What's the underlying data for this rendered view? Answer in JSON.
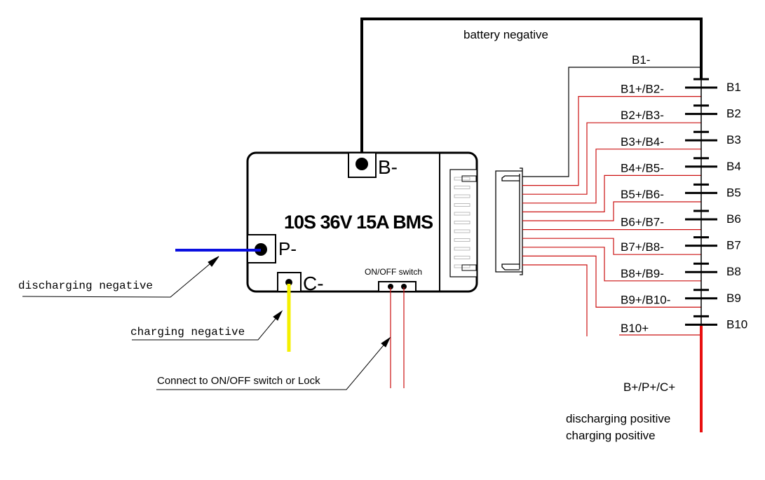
{
  "diagram": {
    "bms_title": "10S 36V 15A BMS",
    "terminals": {
      "b_minus": "B-",
      "p_minus": "P-",
      "c_minus": "C-"
    },
    "switch_label": "ON/OFF switch",
    "annotations": {
      "battery_negative": "battery negative",
      "discharging_negative": "discharging negative",
      "charging_negative": "charging negative",
      "switch_connect": "Connect to ON/OFF switch or Lock",
      "positive_terminal": "B+/P+/C+",
      "discharging_positive": "discharging positive",
      "charging_positive": "charging positive"
    },
    "balance_labels": [
      "B1-",
      "B1+/B2-",
      "B2+/B3-",
      "B3+/B4-",
      "B4+/B5-",
      "B5+/B6-",
      "B6+/B7-",
      "B7+/B8-",
      "B8+/B9-",
      "B9+/B10-",
      "B10+"
    ],
    "cells": [
      "B1",
      "B2",
      "B3",
      "B4",
      "B5",
      "B6",
      "B7",
      "B8",
      "B9",
      "B10"
    ],
    "colors": {
      "wire_black": "#000000",
      "wire_balance": "#cc1111",
      "wire_discharge_neg": "#0a10e0",
      "wire_charge_neg": "#f5f000",
      "wire_positive": "#e81010"
    }
  }
}
